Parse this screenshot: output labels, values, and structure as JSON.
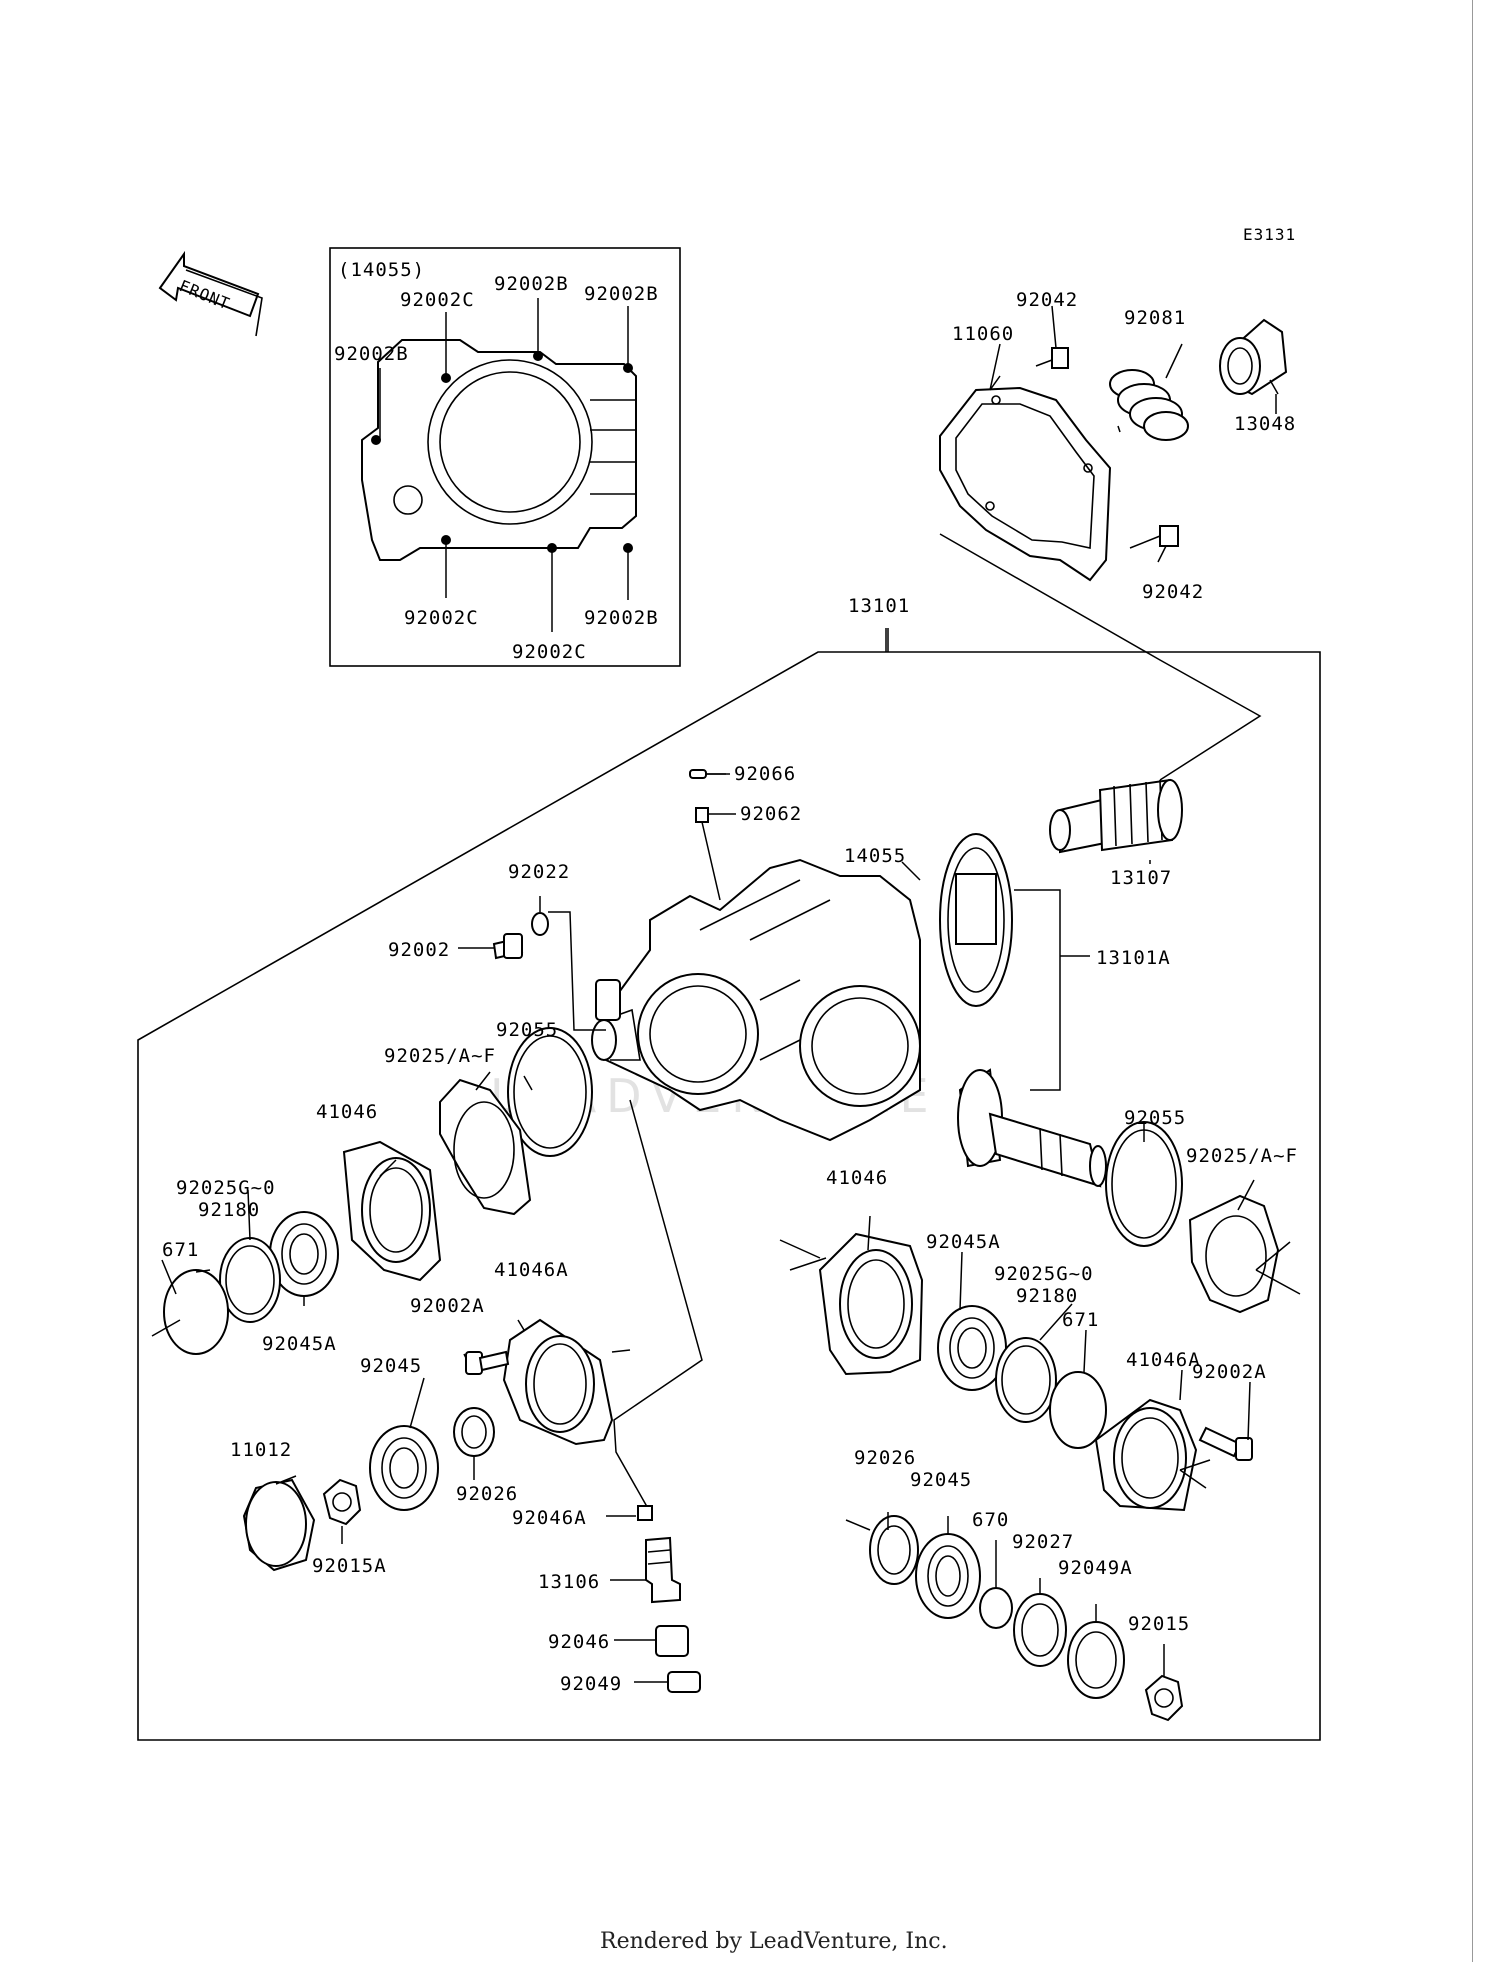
{
  "diagram_code": "E3131",
  "front_arrow_label": "FRONT",
  "inset": {
    "title": "(14055)",
    "labels": [
      "92002C",
      "92002B",
      "92002B",
      "92002B",
      "92002C",
      "92002C",
      "92002B"
    ]
  },
  "labels": {
    "p11060": "11060",
    "p92042_top": "92042",
    "p92081": "92081",
    "p13048": "13048",
    "p92042_bottom": "92042",
    "p13101": "13101",
    "p92066": "92066",
    "p92062": "92062",
    "p14055": "14055",
    "p13107": "13107",
    "p92022": "92022",
    "p92002": "92002",
    "p13101A": "13101A",
    "p92055_left": "92055",
    "p92025_left": "92025/A~F",
    "p41046_left": "41046",
    "p92055_right": "92055",
    "p92025_right": "92025/A~F",
    "p92025GO_left": "92025G~0",
    "p92180_left": "92180",
    "p671_left": "671",
    "p41046_right": "41046",
    "p92045A_right": "92045A",
    "p92025GO_right": "92025G~0",
    "p92180_right": "92180",
    "p41046A_left": "41046A",
    "p671_right": "671",
    "p92002A_left": "92002A",
    "p92045A_left": "92045A",
    "p41046A_right": "41046A",
    "p92002A_right": "92002A",
    "p92045_left": "92045",
    "p11012": "11012",
    "p92026_left": "92026",
    "p92046A": "92046A",
    "p92015A": "92015A",
    "p92026_right": "92026",
    "p92045_right": "92045",
    "p670": "670",
    "p92027": "92027",
    "p92049A": "92049A",
    "p13106": "13106",
    "p92015": "92015",
    "p92046": "92046",
    "p92049": "92049"
  },
  "watermark": "LEADVENTURE",
  "footer": "Rendered by LeadVenture, Inc."
}
